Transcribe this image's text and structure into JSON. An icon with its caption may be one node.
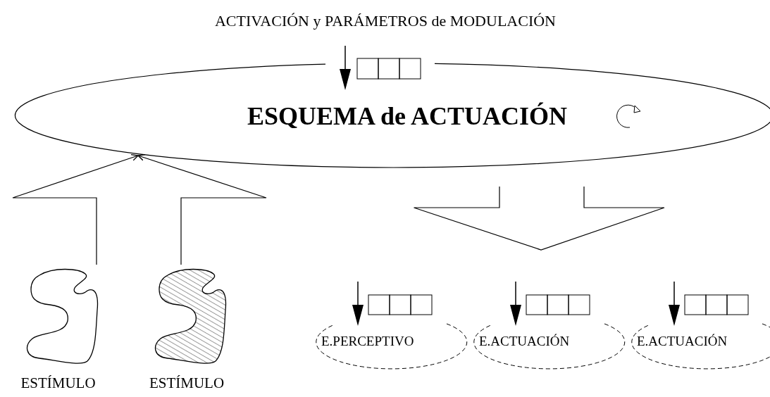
{
  "diagram": {
    "title": "ACTIVACIÓN y PARÁMETROS de MODULACIÓN",
    "nodes": [
      {
        "text": [
          "ESQUEMA de ACTUACIÓN"
        ]
      },
      {
        "text": [],
        "shape": "blob",
        "beside": [
          "ESTÍMULO"
        ]
      },
      {
        "text": [],
        "shape": "blob",
        "beside": [
          "ESTÍMULO"
        ]
      },
      {
        "text": [
          "E.PERCEPTIVO"
        ]
      },
      {
        "text": [
          "E.ACTUACIÓN"
        ]
      },
      {
        "text": [
          "E.ACTUACIÓN"
        ]
      },
      {
        "text": [],
        "shape": "arrow"
      }
    ],
    "edges": [
      {
        "from": null,
        "to": 0,
        "arrow": "to"
      },
      {
        "from": 1,
        "to": 0,
        "arrow": "to"
      },
      {
        "from": 2,
        "to": 0,
        "arrow": "to"
      },
      {
        "from": null,
        "to": 3,
        "arrow": "to"
      },
      {
        "from": null,
        "to": 4,
        "arrow": "to"
      },
      {
        "from": null,
        "to": 5,
        "arrow": "to"
      }
    ]
  }
}
